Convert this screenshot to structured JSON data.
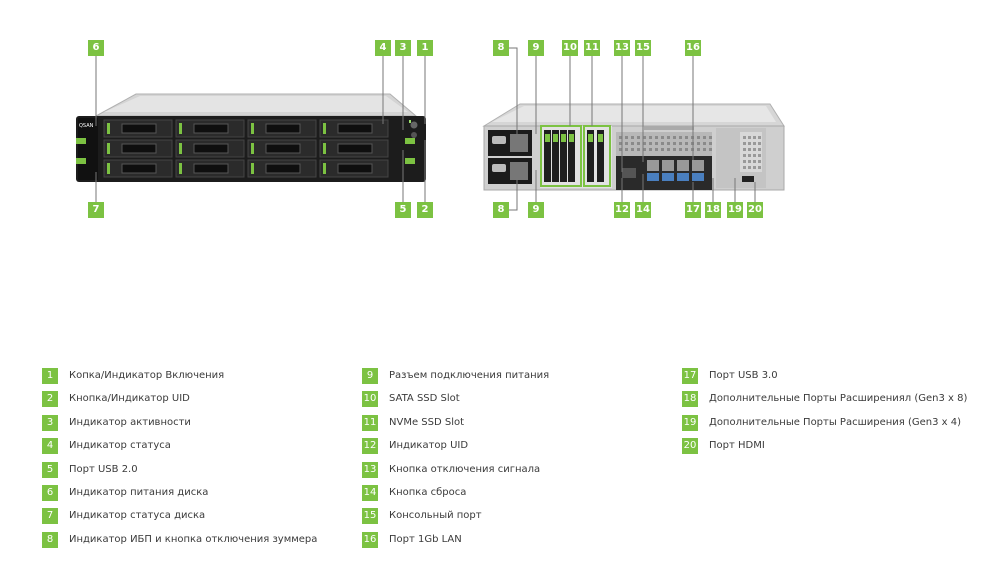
{
  "front_badges": [
    "6",
    "4",
    "3",
    "1",
    "7",
    "5",
    "2"
  ],
  "rear_badges": [
    "8",
    "9",
    "10",
    "11",
    "13",
    "15",
    "16",
    "8",
    "9",
    "12",
    "14",
    "17",
    "18",
    "19",
    "20"
  ],
  "front_brand": "QSAN",
  "legend": [
    {
      "num": "1",
      "label": "Копка/Индикатор Включения"
    },
    {
      "num": "2",
      "label": "Кнопка/Индикатор UID"
    },
    {
      "num": "3",
      "label": "Индикатор активности"
    },
    {
      "num": "4",
      "label": "Индикатор статуса"
    },
    {
      "num": "5",
      "label": "Порт USB 2.0"
    },
    {
      "num": "6",
      "label": "Индикатор питания диска"
    },
    {
      "num": "7",
      "label": "Индикатор статуса диска"
    },
    {
      "num": "8",
      "label": "Индикатор ИБП и кнопка отключения зуммера"
    },
    {
      "num": "9",
      "label": "Разъем подключения питания"
    },
    {
      "num": "10",
      "label": "SATA SSD Slot"
    },
    {
      "num": "11",
      "label": "NVMe SSD Slot"
    },
    {
      "num": "12",
      "label": "Индикатор UID"
    },
    {
      "num": "13",
      "label": "Кнопка отключения сигнала"
    },
    {
      "num": "14",
      "label": "Кнопка сброса"
    },
    {
      "num": "15",
      "label": "Консольный порт"
    },
    {
      "num": "16",
      "label": "Порт 1Gb LAN"
    },
    {
      "num": "17",
      "label": "Порт USB 3.0"
    },
    {
      "num": "18",
      "label": "Дополнительные Порты Расширениял (Gen3 x 8)"
    },
    {
      "num": "19",
      "label": "Дополнительные Порты Расширения (Gen3 x 4)"
    },
    {
      "num": "20",
      "label": "Порт HDMI"
    }
  ],
  "colors": {
    "accent": "#7cc242",
    "chassis": "#1a1a1a",
    "metal": "#c9c9c9"
  }
}
